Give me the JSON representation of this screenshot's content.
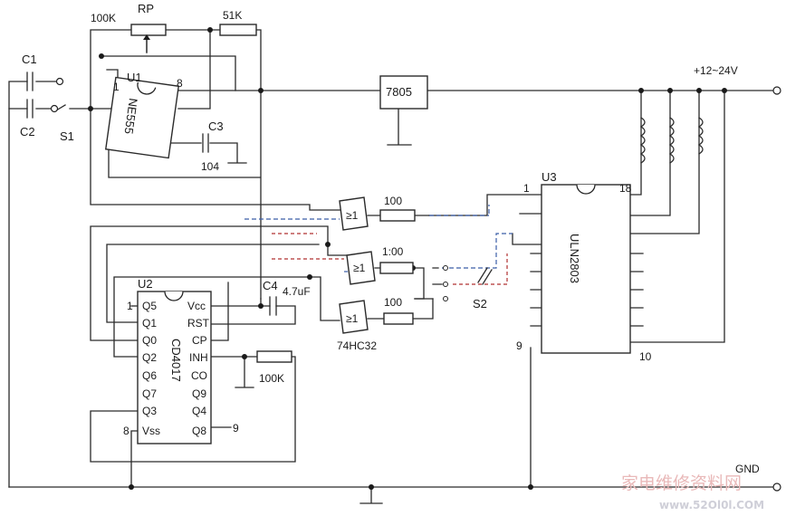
{
  "components": {
    "c1": "C1",
    "c2": "C2",
    "s1": "S1",
    "s2": "S2",
    "r100k_top": "100K",
    "rp": "RP",
    "r51k": "51K",
    "u1": "U1",
    "ne555": "NE555",
    "ne555_pin1": "1",
    "ne555_pin8": "8",
    "c3": "C3",
    "c3_value": "104",
    "reg": "7805",
    "supply": "+12~24V",
    "gnd": "GND",
    "u2": "U2",
    "cd4017": "CD4017",
    "c4_label": "C4",
    "c4_value": "4.7uF",
    "r100k_bottom": "100K",
    "u3": "U3",
    "uln2803": "ULN2803",
    "u3_pin1": "1",
    "u3_pin18": "18",
    "u3_pin9": "9",
    "u3_pin10": "10",
    "gate_symbol": "≥1",
    "r1": "100",
    "r2": "1:00",
    "r3": "100",
    "hc32": "74HC32"
  },
  "cd4017_left_pins": [
    "Q5",
    "Q1",
    "Q0",
    "Q2",
    "Q6",
    "Q7",
    "Q3",
    "Vss"
  ],
  "cd4017_right_pins": [
    "Vcc",
    "RST",
    "CP",
    "INH",
    "CO",
    "Q9",
    "Q4",
    "Q8"
  ],
  "cd4017_pin_numbers": {
    "q5": "1",
    "vss": "8",
    "q8": "9"
  },
  "watermark": {
    "cn": "家电维修资料网",
    "url": "www.52Ol0l.COM"
  }
}
